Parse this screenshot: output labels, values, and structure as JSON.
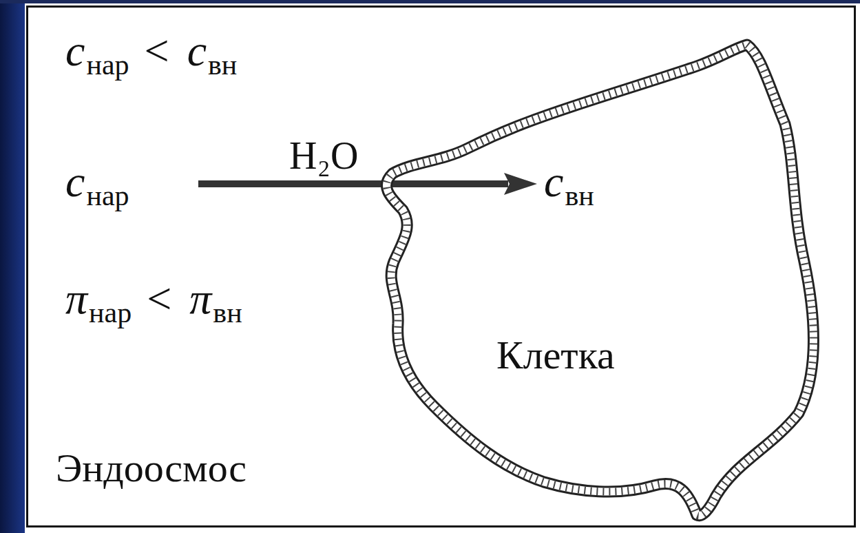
{
  "diagram": {
    "nodes": [
      {
        "text": [
          "Эндоосмос"
        ]
      },
      {
        "text": [
          "Клетка"
        ],
        "in": 0
      }
    ],
    "labels": [
      "c",
      "нар",
      "<",
      "c",
      "вн",
      "c",
      "нар",
      "H₂O",
      "c",
      "вн",
      "π",
      "нар",
      "<",
      "π",
      "вн"
    ]
  }
}
